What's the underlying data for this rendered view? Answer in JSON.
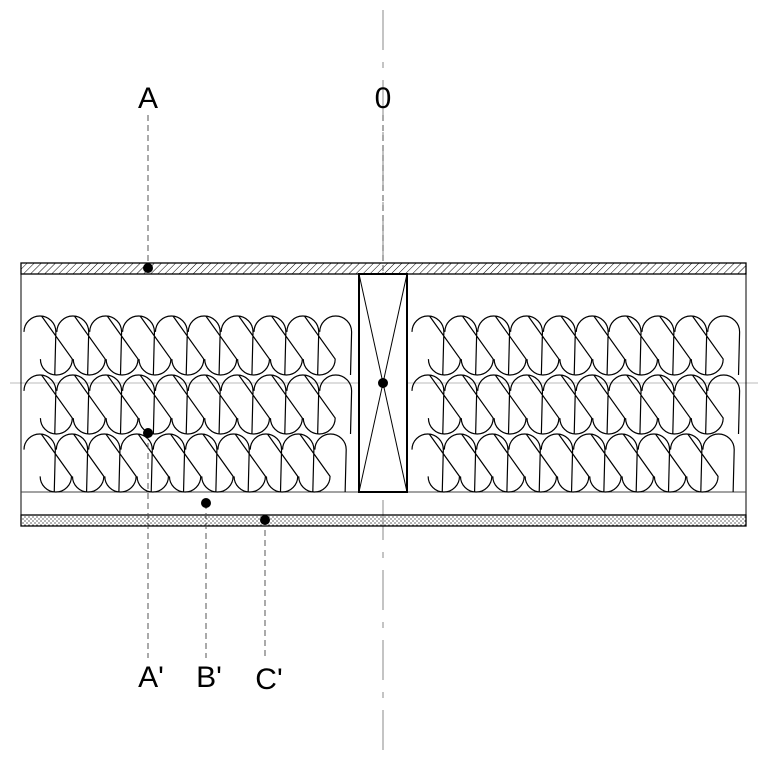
{
  "labels": {
    "top_a": "A",
    "top_0": "0",
    "bottom_a": "A'",
    "bottom_b": "B'",
    "bottom_c": "C'"
  }
}
